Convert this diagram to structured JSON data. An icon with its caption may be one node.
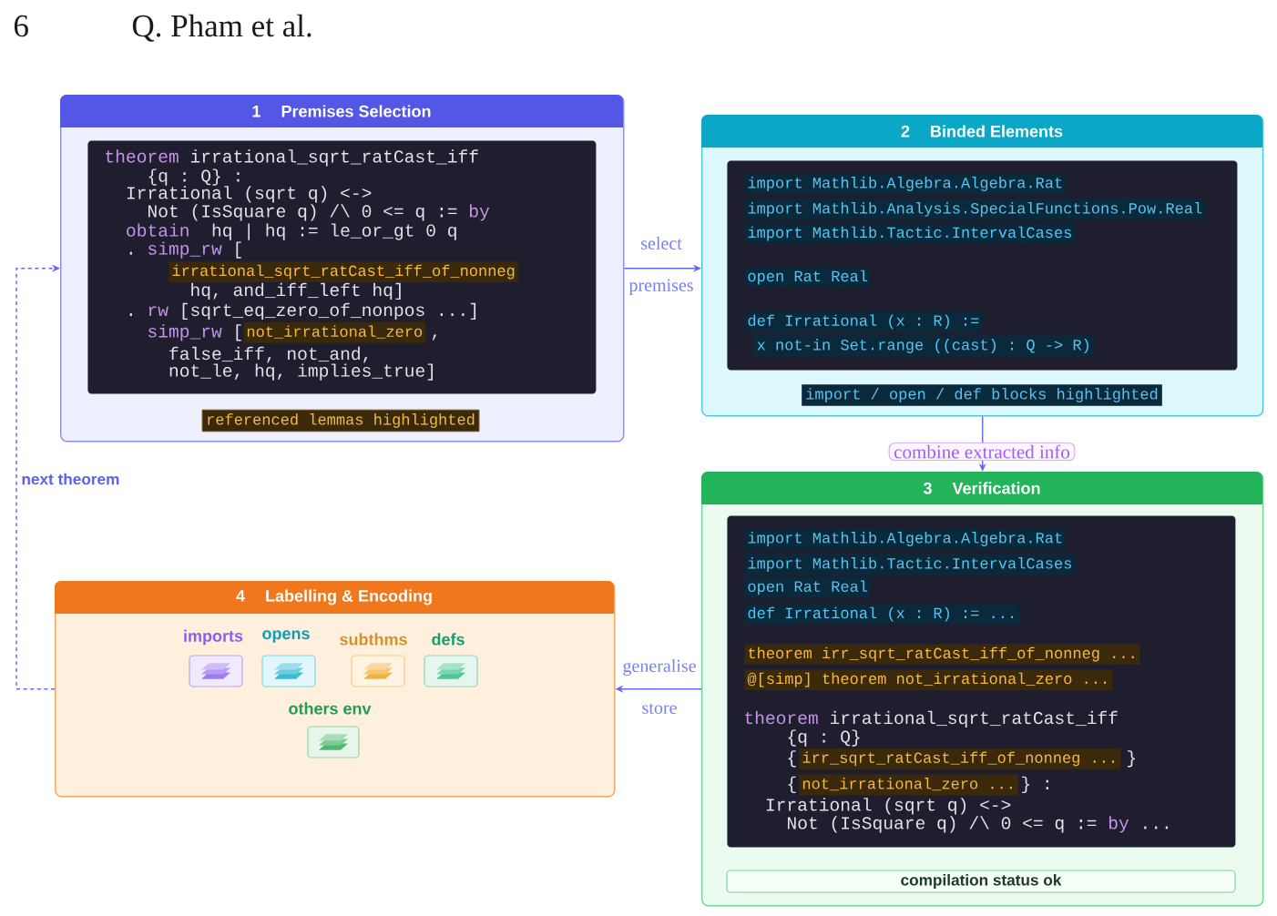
{
  "diagram": {
    "nodes": [
      {
        "text": [
          "1",
          "Premises Selection"
        ]
      },
      {
        "text": [
          "theorem",
          "irrational_sqrt_ratCast_iff",
          "{q : Q} :",
          "Irrational (sqrt q) <->",
          "Not (IsSquare q) /\\ 0 <= q :=",
          "by",
          "obtain",
          "hq | hq := le_or_gt 0 q",
          ".",
          "simp_rw",
          "[",
          "irrational_sqrt_ratCast_iff_of_nonneg",
          "hq, and_iff_left hq]",
          ".",
          "rw",
          "[sqrt_eq_zero_of_nonpos ...]",
          "simp_rw",
          "[",
          "not_irrational_zero",
          ",",
          "false_iff, not_and,",
          "not_le, hq, implies_true]"
        ],
        "in": 0
      },
      {
        "text": [
          "referenced lemmas highlighted"
        ],
        "in": 0
      },
      {
        "text": [
          "2",
          "Binded Elements"
        ]
      },
      {
        "text": [
          "import Mathlib.Algebra.Algebra.Rat",
          "import Mathlib.Analysis.SpecialFunctions.Pow.Real",
          "import Mathlib.Tactic.IntervalCases",
          "open Rat Real",
          "def Irrational (x : R) :=",
          "x not-in Set.range ((cast) : Q -> R)"
        ],
        "in": 3
      },
      {
        "text": [
          "import / open / def blocks highlighted"
        ],
        "in": 3
      },
      {
        "text": [
          "3",
          "Verification"
        ]
      },
      {
        "text": [
          "import Mathlib.Algebra.Algebra.Rat",
          "import Mathlib.Tactic.IntervalCases",
          "open Rat Real",
          "def Irrational (x : R) := ...",
          "theorem irr_sqrt_ratCast_iff_of_nonneg ...",
          "@[simp] theorem not_irrational_zero ...",
          "theorem",
          "irrational_sqrt_ratCast_iff",
          "{q : Q}",
          "{",
          "irr_sqrt_ratCast_iff_of_nonneg ...",
          "}",
          "{",
          "not_irrational_zero ...",
          "} :",
          "Irrational (sqrt q) <->",
          "Not (IsSquare q) /\\ 0 <= q :=",
          "by",
          "..."
        ],
        "in": 6
      },
      {
        "text": [
          "compilation status ok"
        ],
        "in": 6
      },
      {
        "text": [
          "4",
          "Labelling & Encoding"
        ]
      },
      {
        "text": [
          "imports"
        ],
        "in": 9
      },
      {
        "text": [
          "opens"
        ],
        "in": 9
      },
      {
        "text": [
          "subthms"
        ],
        "in": 9
      },
      {
        "text": [
          "defs"
        ],
        "in": 9
      },
      {
        "text": [
          "others env"
        ],
        "in": 9
      }
    ],
    "edges": [
      {
        "from": 0,
        "to": 3,
        "arrow": "to",
        "label": "select premises"
      },
      {
        "from": 3,
        "to": 6,
        "arrow": "to",
        "label": "combine extracted info"
      },
      {
        "from": 6,
        "to": 9,
        "arrow": "to",
        "label": "generalise store"
      },
      {
        "from": 9,
        "to": 0,
        "arrow": "to",
        "label": "next theorem",
        "style": "dashed"
      }
    ],
    "labels": [
      "6",
      "Q. Pham et al."
    ]
  }
}
